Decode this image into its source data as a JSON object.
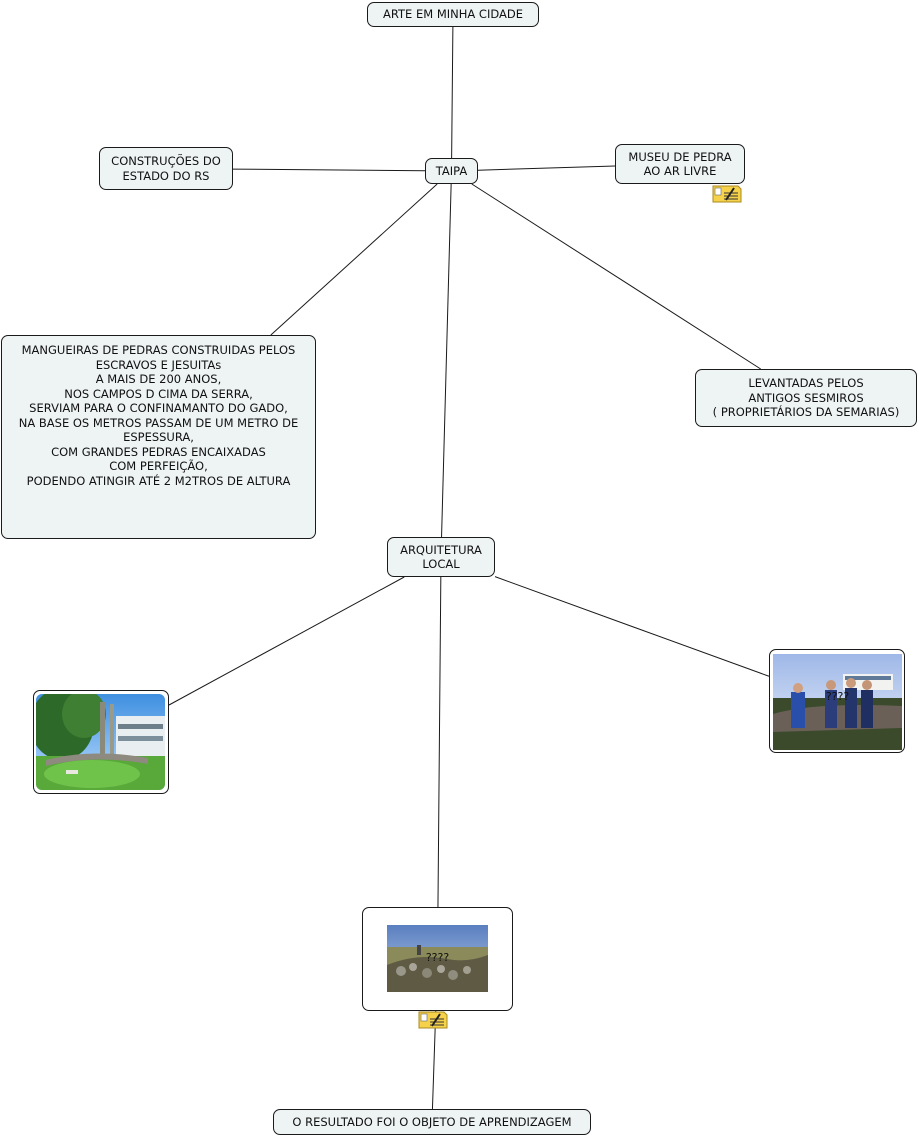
{
  "concept_map": {
    "nodes": [
      {
        "id": "arte",
        "label": "ARTE EM MINHA CIDADE"
      },
      {
        "id": "taipa",
        "label": "TAIPA"
      },
      {
        "id": "construcoes",
        "label": "CONSTRUÇÕES DO\nESTADO DO RS"
      },
      {
        "id": "museu",
        "label": "MUSEU DE PEDRA\nAO AR LIVRE"
      },
      {
        "id": "mangueiras",
        "label": "MANGUEIRAS DE PEDRAS CONSTRUIDAS PELOS\nESCRAVOS E JESUITAs\nA MAIS DE 200 ANOS,\nNOS CAMPOS D CIMA DA SERRA,\nSERVIAM PARA O CONFINAMANTO DO GADO,\nNA BASE OS METROS PASSAM DE UM METRO DE\nESPESSURA,\nCOM GRANDES PEDRAS ENCAIXADAS\nCOM PERFEIÇÃO,\nPODENDO ATINGIR ATÉ 2 M2TROS DE ALTURA"
      },
      {
        "id": "levantadas",
        "label": "LEVANTADAS PELOS\nANTIGOS SESMIROS\n( PROPRIETÁRIOS DA SEMARIAS)"
      },
      {
        "id": "arquitetura",
        "label": "ARQUITETURA\nLOCAL"
      },
      {
        "id": "resultado",
        "label": "O RESULTADO FOI O OBJETO DE APRENDIZAGEM"
      }
    ],
    "image_nodes": [
      {
        "id": "img_garden",
        "caption": ""
      },
      {
        "id": "img_people",
        "caption": "????"
      },
      {
        "id": "img_wall",
        "caption": "????"
      }
    ],
    "attachments": [
      {
        "id": "note_museu",
        "icon": "note-pencil-icon"
      },
      {
        "id": "note_wall",
        "icon": "note-pencil-icon"
      }
    ],
    "links": [
      [
        "arte",
        "taipa"
      ],
      [
        "taipa",
        "construcoes"
      ],
      [
        "taipa",
        "museu"
      ],
      [
        "taipa",
        "mangueiras"
      ],
      [
        "taipa",
        "levantadas"
      ],
      [
        "taipa",
        "arquitetura"
      ],
      [
        "arquitetura",
        "img_garden"
      ],
      [
        "arquitetura",
        "img_people"
      ],
      [
        "arquitetura",
        "img_wall"
      ],
      [
        "img_wall",
        "resultado"
      ]
    ],
    "colors": {
      "node_fill": "#eef3f4",
      "border": "#1a1a1a",
      "link": "#1a1a1a",
      "note_icon": "#f6d24a"
    }
  }
}
